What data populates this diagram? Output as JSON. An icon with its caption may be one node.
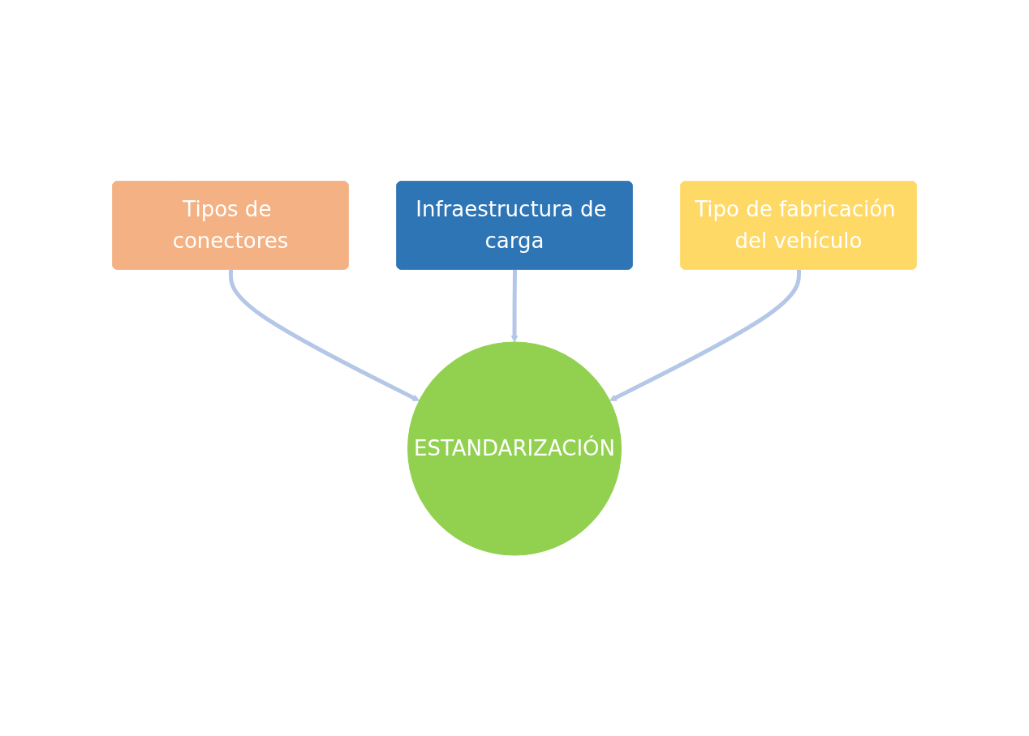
{
  "diagram": {
    "nodes": [
      {
        "text": [
          "Tipos de conectores"
        ]
      },
      {
        "text": [
          "Infraestructura de carga"
        ]
      },
      {
        "text": [
          "Tipo de fabricación del vehículo"
        ]
      },
      {
        "text": [
          "ESTANDARIZACIÓN"
        ]
      }
    ],
    "edges": [
      {
        "from": 0,
        "to": 3,
        "arrow": "to"
      },
      {
        "from": 1,
        "to": 3,
        "arrow": "to"
      },
      {
        "from": 2,
        "to": 3,
        "arrow": "to"
      }
    ]
  }
}
